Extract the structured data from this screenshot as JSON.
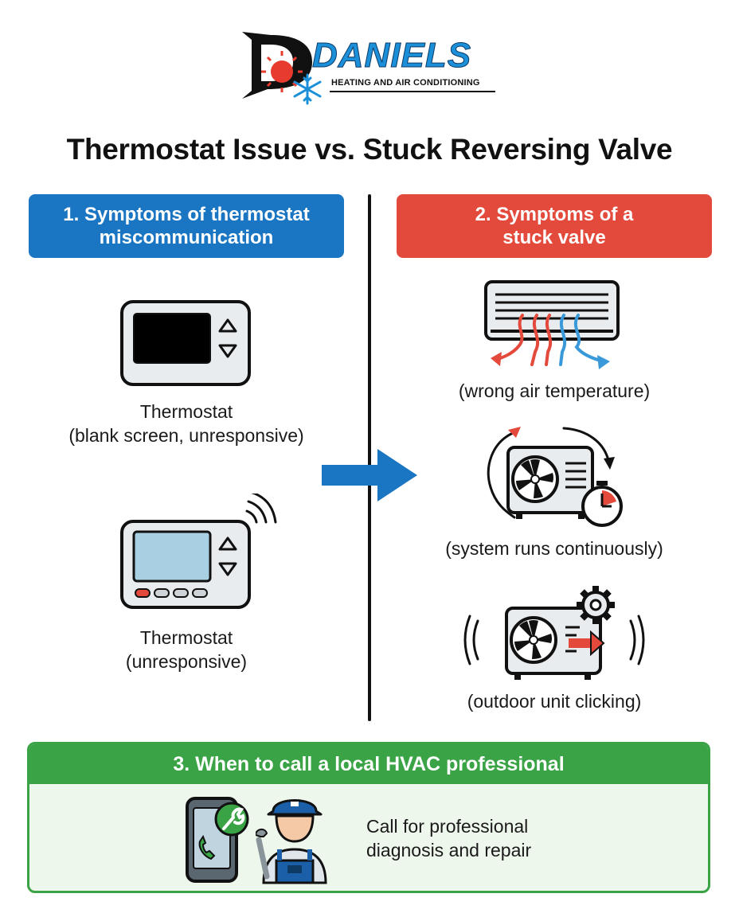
{
  "brand": {
    "name": "DANIELS",
    "tagline": "HEATING AND AIR CONDITIONING"
  },
  "title": "Thermostat Issue vs. Stuck Reversing Valve",
  "sections": {
    "thermostat": {
      "heading_line1": "1. Symptoms of thermostat",
      "heading_line2": "miscommunication",
      "items": [
        {
          "line1": "Thermostat",
          "line2": "(blank screen, unresponsive)"
        },
        {
          "line1": "Thermostat",
          "line2": "(unresponsive)"
        }
      ]
    },
    "valve": {
      "heading_line1": "2. Symptoms of a",
      "heading_line2": "stuck valve",
      "items": [
        {
          "text": "(wrong air temperature)"
        },
        {
          "text": "(system runs continuously)"
        },
        {
          "text": "(outdoor unit clicking)"
        }
      ]
    },
    "professional": {
      "heading": "3. When to call a local HVAC professional",
      "text_line1": "Call for professional",
      "text_line2": "diagnosis and repair"
    }
  },
  "colors": {
    "blue": "#1a76c2",
    "red": "#e34a3c",
    "green": "#3aa346",
    "brand_blue": "#1b8fd8"
  },
  "icons": [
    "logo-d-mark",
    "sun-icon",
    "snowflake-icon",
    "thermostat-blank-icon",
    "thermostat-wifi-icon",
    "arrow-right-icon",
    "air-conditioner-icon",
    "outdoor-unit-timer-icon",
    "outdoor-unit-clicking-icon",
    "smartphone-wrench-icon",
    "technician-icon"
  ]
}
